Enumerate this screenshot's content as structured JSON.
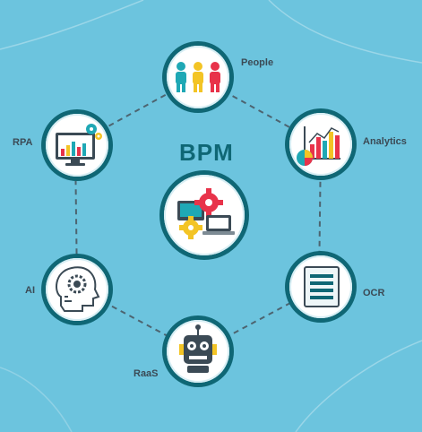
{
  "diagram": {
    "center": {
      "title": "BPM",
      "icon": "gears-computers-icon"
    },
    "nodes": [
      {
        "key": "people",
        "label": "People",
        "icon": "people-icon"
      },
      {
        "key": "analytics",
        "label": "Analytics",
        "icon": "analytics-chart-icon"
      },
      {
        "key": "ocr",
        "label": "OCR",
        "icon": "document-lines-icon"
      },
      {
        "key": "raas",
        "label": "RaaS",
        "icon": "robot-head-icon"
      },
      {
        "key": "ai",
        "label": "AI",
        "icon": "brain-gear-head-icon"
      },
      {
        "key": "rpa",
        "label": "RPA",
        "icon": "monitor-gears-icon"
      }
    ],
    "colors": {
      "background": "#6cc4de",
      "ring": "#0f6775",
      "accent_red": "#e8334a",
      "accent_yellow": "#f3c425",
      "accent_teal": "#1fa8b5",
      "connector": "#4d6470"
    }
  }
}
